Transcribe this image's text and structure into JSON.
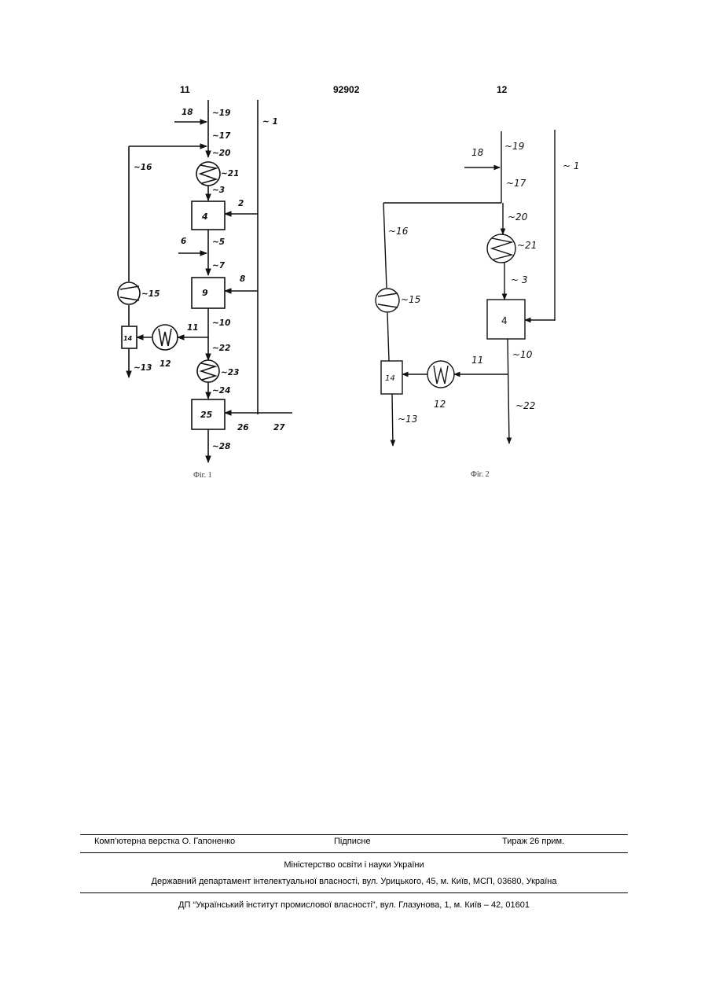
{
  "header": {
    "left_page": "11",
    "patent_number": "92902",
    "right_page": "12"
  },
  "fig1": {
    "caption": "Фіг. 1",
    "blocks": [
      "4",
      "9",
      "25",
      "14"
    ],
    "labels": [
      "1",
      "2",
      "3",
      "5",
      "6",
      "7",
      "8",
      "10",
      "11",
      "12",
      "13",
      "15",
      "16",
      "17",
      "18",
      "19",
      "20",
      "21",
      "22",
      "23",
      "24",
      "26",
      "27",
      "28"
    ]
  },
  "fig2": {
    "caption": "Фіг. 2",
    "blocks": [
      "4",
      "14"
    ],
    "labels": [
      "1",
      "3",
      "10",
      "11",
      "12",
      "13",
      "15",
      "16",
      "17",
      "18",
      "19",
      "20",
      "21",
      "22"
    ]
  },
  "footer": {
    "layout": "Комп’ютерна верстка О. Гапоненко",
    "signed": "Підписне",
    "circulation": "Тираж 26 прим.",
    "ministry": "Міністерство освіти і науки України",
    "department": "Державний департамент інтелектуальної власності, вул. Урицького, 45, м. Київ, МСП, 03680, Україна",
    "institute": "ДП “Український інститут промислової власності”, вул. Глазунова, 1, м. Київ – 42, 01601"
  }
}
